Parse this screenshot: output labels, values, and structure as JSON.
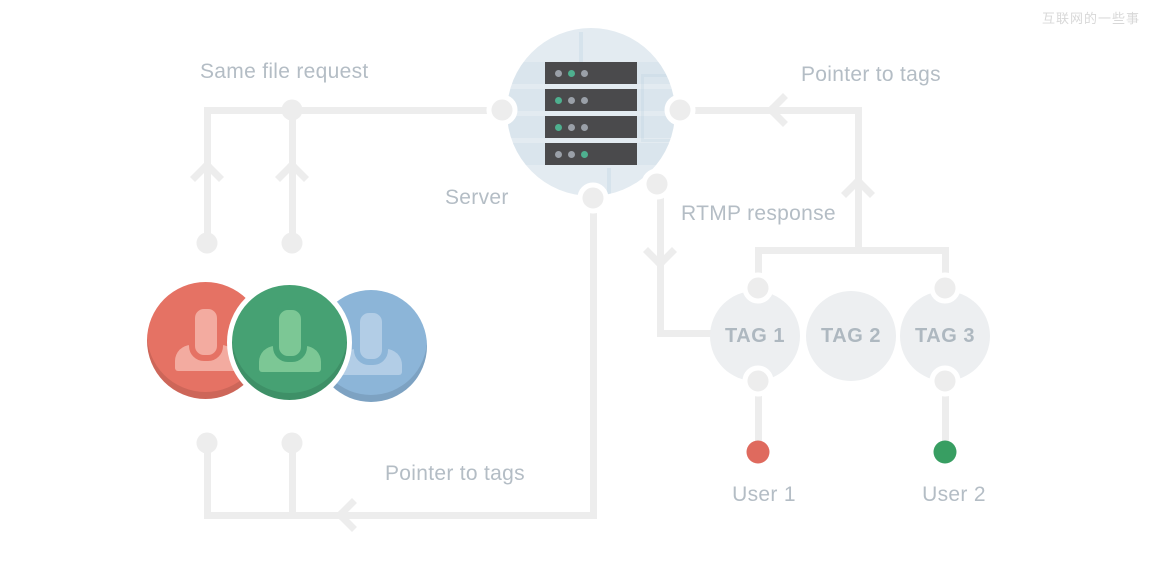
{
  "watermark": "互联网的一些事",
  "server": {
    "label": "Server",
    "racks": [
      [
        "gray",
        "green",
        "gray"
      ],
      [
        "green",
        "gray",
        "gray"
      ],
      [
        "green",
        "gray",
        "gray"
      ],
      [
        "gray",
        "gray",
        "green"
      ]
    ]
  },
  "flows": {
    "same_file_request": "Same file request",
    "pointer_to_tags_top": "Pointer to tags",
    "rtmp_response": "RTMP response",
    "pointer_to_tags_bottom": "Pointer to tags"
  },
  "tags": [
    {
      "label": "TAG 1"
    },
    {
      "label": "TAG 2"
    },
    {
      "label": "TAG 3"
    }
  ],
  "end_users": {
    "user1": {
      "label": "User 1",
      "dot_color": "#df6a5e"
    },
    "user2": {
      "label": "User 2",
      "dot_color": "#389e62"
    }
  },
  "colors": {
    "line": "#ededed",
    "label": "#b4bdc5",
    "watermark": "#d8d8d8",
    "serverCircle": "#e3ebf1",
    "rack": "#4a4a4c",
    "rackDotGray": "#9aa0a8",
    "rackDotGreen": "#4eb08f",
    "tagCircle": "#edeff1",
    "tagText": "#aeb8c0",
    "clientRed": "#e57264",
    "clientRedIcon": "#f3aba0",
    "clientGreen": "#46a173",
    "clientGreenIcon": "#7cc795",
    "clientBlue": "#8cb5d8",
    "clientBlueIcon": "#b2cde6",
    "user1Dot": "#df6a5e",
    "user2Dot": "#389e62"
  }
}
